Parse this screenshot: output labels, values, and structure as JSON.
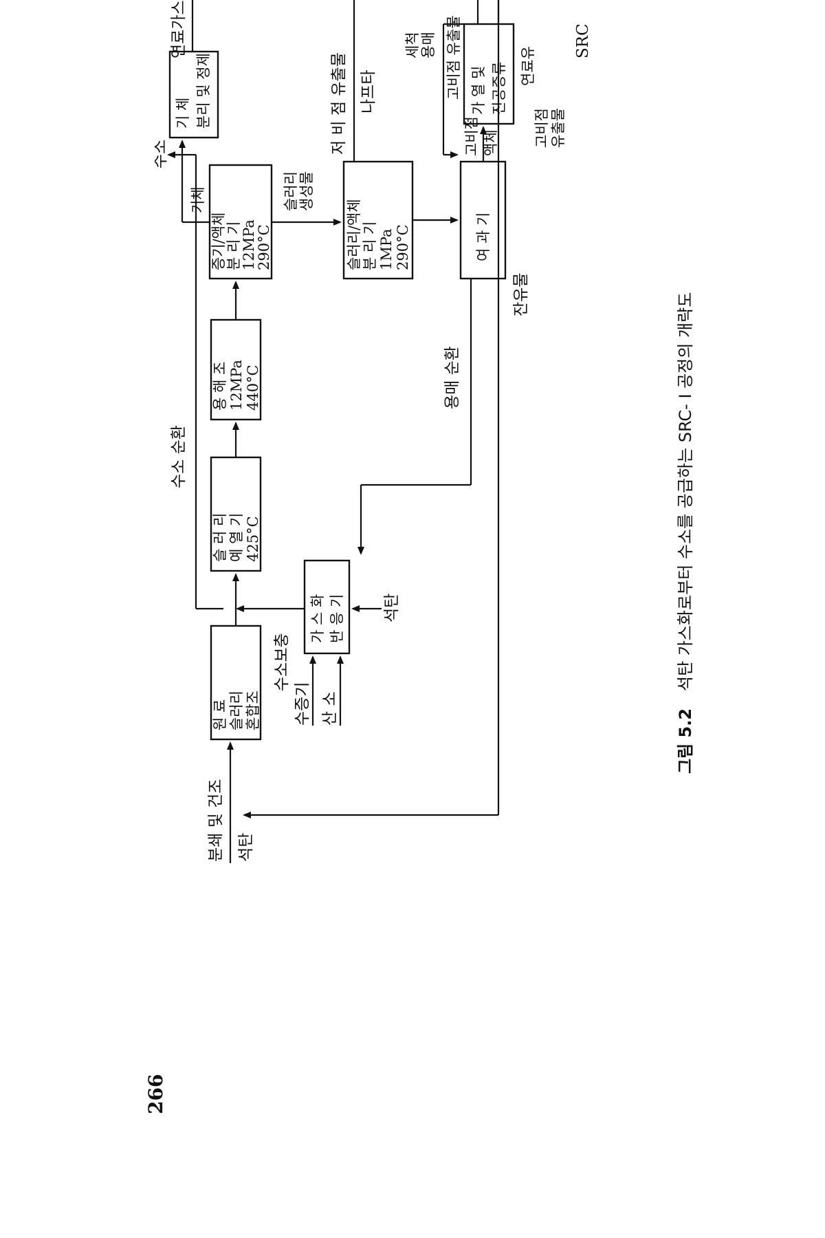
{
  "page_number": "266",
  "caption": {
    "number": "그림 5.2",
    "text": "석탄 가스화로부터 수소를 공급하는 SRC- I 공정의 개략도"
  },
  "inputs": {
    "coal": "석탄",
    "crush_dry": "분쇄 및 건조",
    "steam": "수증기",
    "oxygen": "산 소",
    "coal_gasifier": "석탄"
  },
  "units": {
    "slurry_mix": [
      "원 료",
      "슬러리",
      "혼합조"
    ],
    "gasifier": [
      "가 스 화",
      "반 응 기"
    ],
    "preheater": [
      "슬 러 리",
      "예 열 기",
      "425°C"
    ],
    "dissolver": [
      "용 해 조",
      "12MPa",
      "440°C"
    ],
    "vl_separator": [
      "증기/액체",
      "분 리 기",
      "12MPa",
      "290°C"
    ],
    "gas_purifier": [
      "기 체",
      "분리 및 정제"
    ],
    "slurry_separator": [
      "슬러리/액체",
      "분 리 기",
      "1MPa",
      "290°C"
    ],
    "filter": [
      "여 과 기"
    ],
    "distill": [
      "가 열 및",
      "진공증류"
    ]
  },
  "streams": {
    "h2_recycle": "수소 순환",
    "h2_supply": "수소보충",
    "h2": "수소",
    "gas": "기체",
    "fuel_gas": "연료가스",
    "slurry_product": [
      "슬러리",
      "생성물"
    ],
    "low_bp": "저 비 점  유출물",
    "naphtha": "나프타",
    "high_bp_liquid": [
      "고비점",
      "액체"
    ],
    "residue": "잔유물",
    "solvent_wash": [
      "용매",
      "세척"
    ],
    "high_bp_product": "고비점 유출물",
    "fuel_oil": "연료유",
    "high_bp_distillate": [
      "고비점",
      "유출물"
    ],
    "src": "SRC",
    "solvent_recycle": "용매  순환"
  }
}
